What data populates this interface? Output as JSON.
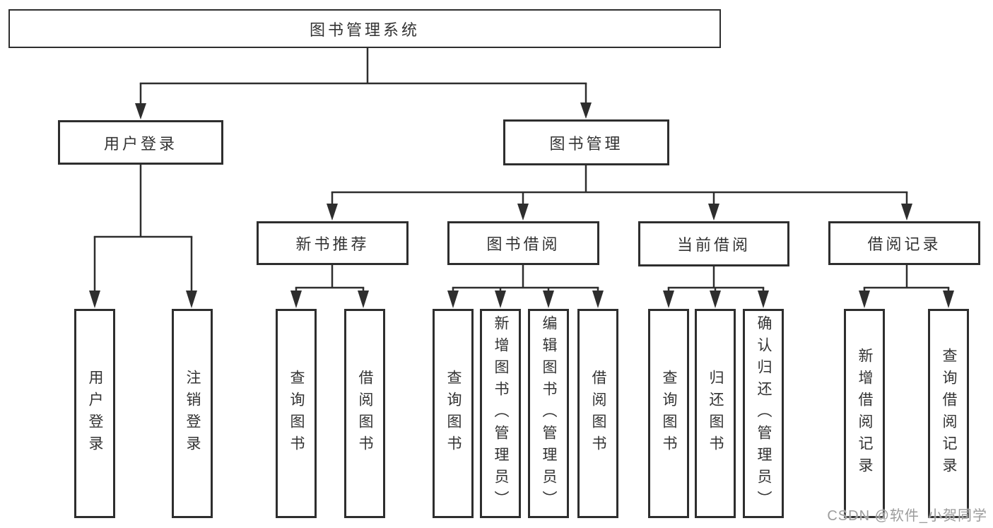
{
  "title": "图书管理系统",
  "watermark": "CSDN @软件_小贺同学",
  "colors": {
    "line": "#2e2e2e",
    "text": "#333333",
    "background": "#ffffff",
    "watermark": "#9c9c9c"
  },
  "tree": {
    "root": {
      "label": "图书管理系统",
      "children": [
        {
          "label": "用户登录",
          "children": [
            {
              "label": "用户登录"
            },
            {
              "label": "注销登录"
            }
          ]
        },
        {
          "label": "图书管理",
          "children": [
            {
              "label": "新书推荐",
              "children": [
                {
                  "label": "查询图书"
                },
                {
                  "label": "借阅图书"
                }
              ]
            },
            {
              "label": "图书借阅",
              "children": [
                {
                  "label": "查询图书"
                },
                {
                  "label": "新增图书（管理员）"
                },
                {
                  "label": "编辑图书（管理员）"
                },
                {
                  "label": "借阅图书"
                }
              ]
            },
            {
              "label": "当前借阅",
              "children": [
                {
                  "label": "查询图书"
                },
                {
                  "label": "归还图书"
                },
                {
                  "label": "确认归还（管理员）"
                }
              ]
            },
            {
              "label": "借阅记录",
              "children": [
                {
                  "label": "新增借阅记录"
                },
                {
                  "label": "查询借阅记录"
                }
              ]
            }
          ]
        }
      ]
    }
  }
}
